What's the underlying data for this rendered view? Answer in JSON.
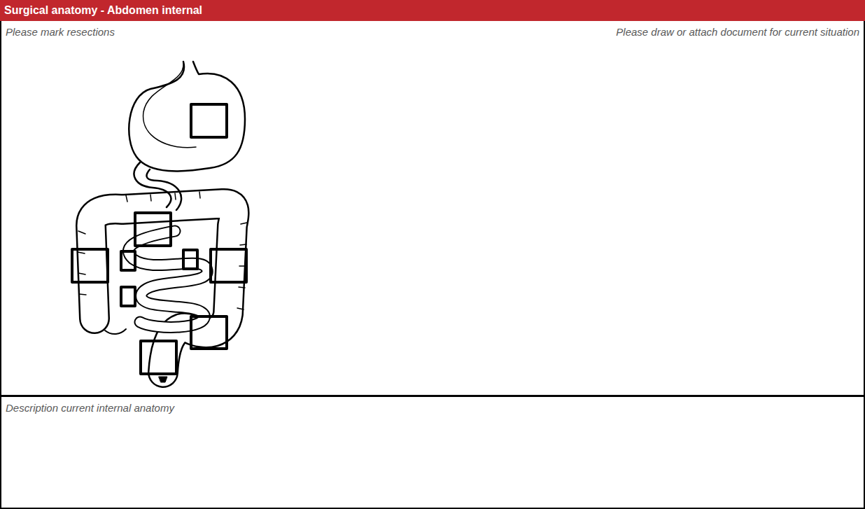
{
  "diagram": {
    "title": "Surgical anatomy - Abdomen internal",
    "nodes": [
      {
        "text": [
          "Please mark resections",
          "Please draw or attach document for current situation"
        ]
      },
      {
        "text": [
          "Description current internal anatomy"
        ]
      }
    ]
  }
}
